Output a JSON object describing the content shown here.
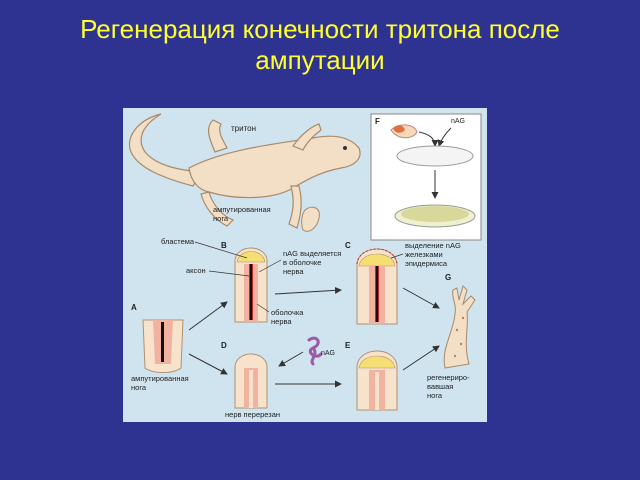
{
  "slide": {
    "title_line1": "Регенерация конечности тритона после",
    "title_line2": "ампутации"
  },
  "figure": {
    "panel_letters": {
      "A": "A",
      "B": "B",
      "C": "C",
      "D": "D",
      "E": "E",
      "F": "F",
      "G": "G"
    },
    "labels": {
      "newt": "тритон",
      "amputated_leg_1": "ампутированная",
      "amputated_leg_2": "нога",
      "blastema": "бластема",
      "axon": "аксон",
      "nag_secreted_1": "nAG выделяется",
      "nag_secreted_2": "в оболочке",
      "nag_secreted_3": "нерва",
      "nerve_sheath_1": "оболочка",
      "nerve_sheath_2": "нерва",
      "nag_glands_1": "выделение nAG",
      "nag_glands_2": "железками",
      "nag_glands_3": "эпидермиса",
      "amputated_A_1": "ампутированная",
      "amputated_A_2": "нога",
      "nerve_cut": "нерв перерезан",
      "regenerated_1": "регенериро-",
      "regenerated_2": "вавшая",
      "regenerated_3": "нога",
      "nag_protein": "nAG",
      "nag_top": "nAG"
    },
    "colors": {
      "background": "#cfe4ee",
      "tissue": "#f7e3cc",
      "blastema": "#f6df72",
      "nerve": "#c8282a",
      "slide_bg": "#2e3392",
      "title": "#ffff2e"
    }
  }
}
